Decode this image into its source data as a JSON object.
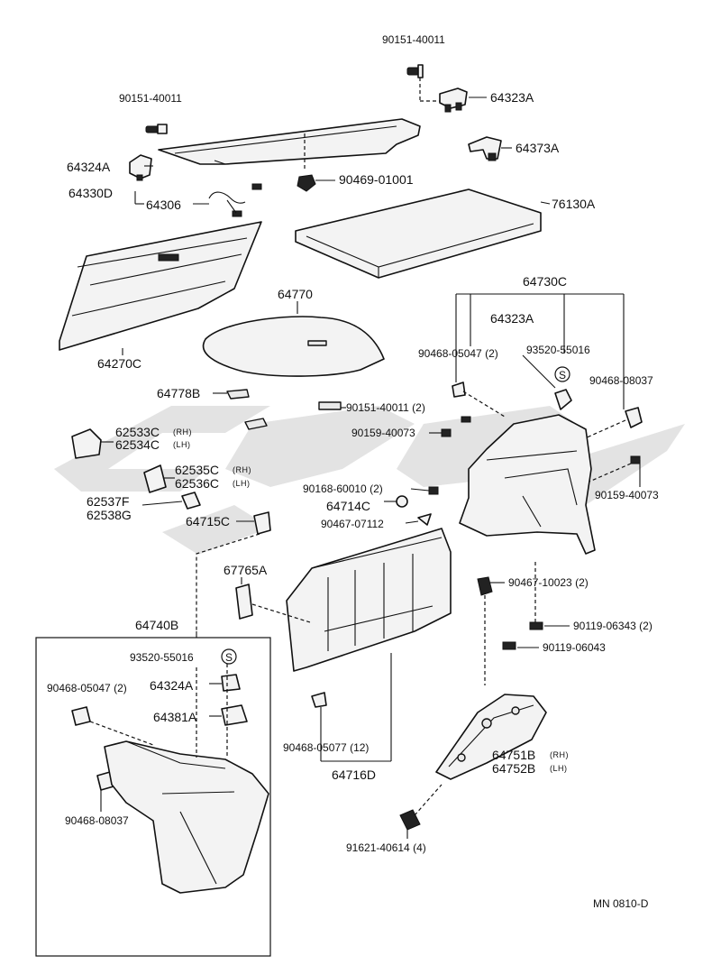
{
  "labels": {
    "l90151_40011_top": "90151-40011",
    "l64323A_top": "64323A",
    "l90151_40011_left": "90151-40011",
    "l64373A": "64373A",
    "l64324A_top": "64324A",
    "l90469_01001": "90469-01001",
    "l64330D": "64330D",
    "l64306": "64306",
    "l76130A": "76130A",
    "l64770": "64770",
    "l64730C": "64730C",
    "l64270C": "64270C",
    "l64323A_mid": "64323A",
    "l90468_05047_mid": "90468-05047 (2)",
    "l93520_55016_mid": "93520-55016",
    "l90468_08037_right": "90468-08037",
    "l64778B": "64778B",
    "l90151_40011_2": "90151-40011 (2)",
    "l90159_40073_mid": "90159-40073",
    "l62533C": "62533C",
    "l62533C_side": "(RH)",
    "l62534C": "62534C",
    "l62534C_side": "(LH)",
    "l62535C": "62535C",
    "l62535C_side": "(RH)",
    "l62536C": "62536C",
    "l62536C_side": "(LH)",
    "l90168_60010": "90168-60010 (2)",
    "l90159_40073_right": "90159-40073",
    "l62537F": "62537F",
    "l62538G": "62538G",
    "l64714C": "64714C",
    "l64715C": "64715C",
    "l90467_07112": "90467-07112",
    "l67765A": "67765A",
    "l90467_10023": "90467-10023 (2)",
    "l64740B": "64740B",
    "l90119_06343": "90119-06343 (2)",
    "l90119_06043": "90119-06043",
    "l93520_55016_box": "93520-55016",
    "l90468_05047_box": "90468-05047 (2)",
    "l64324A_box": "64324A",
    "l64381A": "64381A",
    "l90468_05077": "90468-05077 (12)",
    "l64716D": "64716D",
    "l64751B": "64751B",
    "l64751B_side": "(RH)",
    "l64752B": "64752B",
    "l64752B_side": "(LH)",
    "l90468_08037_box": "90468-08037",
    "l91621_40614": "91621-40614 (4)",
    "footer_code": "MN 0810-D"
  }
}
